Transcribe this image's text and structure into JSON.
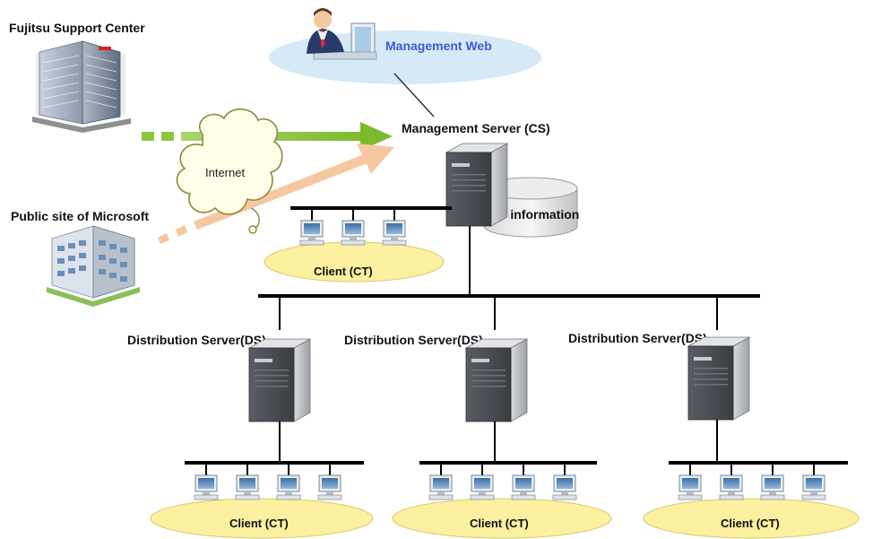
{
  "labels": {
    "fujitsu_support_center": "Fujitsu Support Center",
    "management_web": "Management Web",
    "management_server": "Management Server (CS)",
    "internet": "Internet",
    "pc_information": "PC information",
    "public_site_microsoft": "Public site of Microsoft",
    "client_ct": "Client (CT)",
    "distribution_server": "Distribution Server(DS)"
  },
  "colors": {
    "green_arrow": "#8cc63f",
    "peach_arrow": "#f7c8a0",
    "client_ellipse": "#fbf0a0",
    "web_ellipse": "#d6e9f7",
    "cloud_fill": "#fdfde8",
    "cloud_stroke": "#8a8a3a"
  },
  "icons": {
    "building": "office-building-icon",
    "server": "server-tower-icon",
    "monitor": "desktop-computer-icon",
    "database": "database-cylinder-icon",
    "operator": "operator-at-pc-icon",
    "cloud": "internet-cloud-icon"
  }
}
